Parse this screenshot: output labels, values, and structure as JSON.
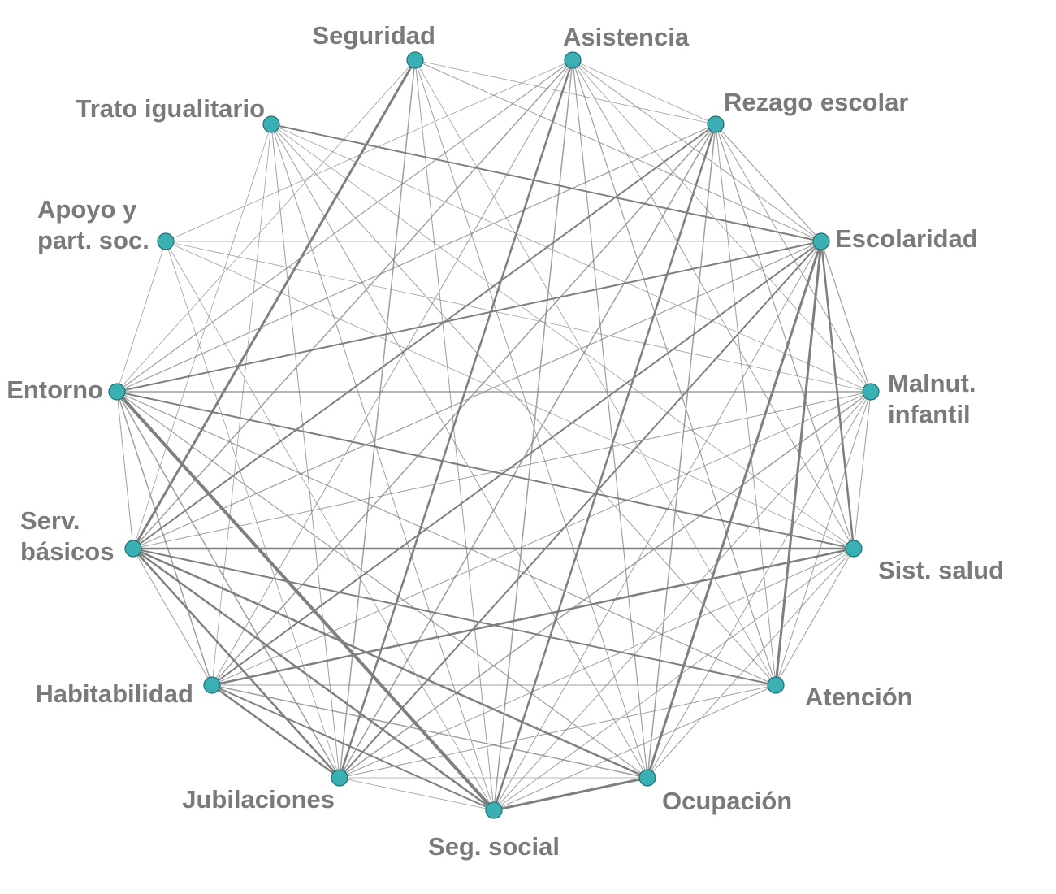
{
  "colors": {
    "node_fill": "#3ab0b4",
    "edge": "#7f7f7f",
    "label": "#7a7a7a"
  },
  "nodes": [
    {
      "id": "seguridad",
      "label": "Seguridad"
    },
    {
      "id": "asistencia",
      "label": "Asistencia"
    },
    {
      "id": "rezago",
      "label": "Rezago escolar"
    },
    {
      "id": "escolaridad",
      "label": "Escolaridad"
    },
    {
      "id": "malnut",
      "label": "Malnut.\ninfantil"
    },
    {
      "id": "salud",
      "label": "Sist. salud"
    },
    {
      "id": "atencion",
      "label": "Atención"
    },
    {
      "id": "ocupacion",
      "label": "Ocupación"
    },
    {
      "id": "segsocial",
      "label": "Seg. social"
    },
    {
      "id": "jubilaciones",
      "label": "Jubilaciones"
    },
    {
      "id": "habitabilidad",
      "label": "Habitabilidad"
    },
    {
      "id": "servicios",
      "label": "Serv.\nbásicos"
    },
    {
      "id": "entorno",
      "label": "Entorno"
    },
    {
      "id": "apoyo",
      "label": "Apoyo y\npart. soc."
    },
    {
      "id": "trato",
      "label": "Trato igualitario"
    }
  ],
  "edges": [
    {
      "from": "entorno",
      "to": "segsocial",
      "weight": 4
    },
    {
      "from": "servicios",
      "to": "seguridad",
      "weight": 3
    },
    {
      "from": "escolaridad",
      "to": "ocupacion",
      "weight": 3
    },
    {
      "from": "escolaridad",
      "to": "atencion",
      "weight": 3
    },
    {
      "from": "servicios",
      "to": "salud",
      "weight": 2.5
    },
    {
      "from": "segsocial",
      "to": "ocupacion",
      "weight": 3
    },
    {
      "from": "habitabilidad",
      "to": "salud",
      "weight": 2.5
    },
    {
      "from": "escolaridad",
      "to": "salud",
      "weight": 2.5
    },
    {
      "from": "rezago",
      "to": "segsocial",
      "weight": 2.5
    },
    {
      "from": "jubilaciones",
      "to": "asistencia",
      "weight": 2.5
    },
    {
      "from": "entorno",
      "to": "escolaridad",
      "weight": 2
    },
    {
      "from": "trato",
      "to": "escolaridad",
      "weight": 2
    },
    {
      "from": "entorno",
      "to": "salud",
      "weight": 2
    },
    {
      "from": "entorno",
      "to": "malnut",
      "weight": 1.5
    },
    {
      "from": "servicios",
      "to": "ocupacion",
      "weight": 2.5
    },
    {
      "from": "servicios",
      "to": "segsocial",
      "weight": 2.5
    },
    {
      "from": "servicios",
      "to": "jubilaciones",
      "weight": 2.5
    },
    {
      "from": "servicios",
      "to": "atencion",
      "weight": 2
    },
    {
      "from": "servicios",
      "to": "rezago",
      "weight": 2
    },
    {
      "from": "servicios",
      "to": "asistencia",
      "weight": 1.5
    },
    {
      "from": "servicios",
      "to": "escolaridad",
      "weight": 1.2
    },
    {
      "from": "servicios",
      "to": "malnut",
      "weight": 1
    },
    {
      "from": "servicios",
      "to": "habitabilidad",
      "weight": 1
    },
    {
      "from": "habitabilidad",
      "to": "jubilaciones",
      "weight": 2.5
    },
    {
      "from": "habitabilidad",
      "to": "segsocial",
      "weight": 2
    },
    {
      "from": "habitabilidad",
      "to": "ocupacion",
      "weight": 1.5
    },
    {
      "from": "habitabilidad",
      "to": "atencion",
      "weight": 1
    },
    {
      "from": "habitabilidad",
      "to": "escolaridad",
      "weight": 2
    },
    {
      "from": "habitabilidad",
      "to": "malnut",
      "weight": 1
    },
    {
      "from": "habitabilidad",
      "to": "rezago",
      "weight": 1.5
    },
    {
      "from": "habitabilidad",
      "to": "asistencia",
      "weight": 1
    },
    {
      "from": "habitabilidad",
      "to": "entorno",
      "weight": 1.5
    },
    {
      "from": "jubilaciones",
      "to": "escolaridad",
      "weight": 2
    },
    {
      "from": "jubilaciones",
      "to": "malnut",
      "weight": 1.5
    },
    {
      "from": "jubilaciones",
      "to": "rezago",
      "weight": 1.5
    },
    {
      "from": "jubilaciones",
      "to": "entorno",
      "weight": 1.5
    },
    {
      "from": "jubilaciones",
      "to": "salud",
      "weight": 1
    },
    {
      "from": "jubilaciones",
      "to": "atencion",
      "weight": 1
    },
    {
      "from": "jubilaciones",
      "to": "ocupacion",
      "weight": 0.8
    },
    {
      "from": "jubilaciones",
      "to": "segsocial",
      "weight": 0.8
    },
    {
      "from": "jubilaciones",
      "to": "seguridad",
      "weight": 1.5
    },
    {
      "from": "jubilaciones",
      "to": "trato",
      "weight": 1
    },
    {
      "from": "segsocial",
      "to": "asistencia",
      "weight": 1.5
    },
    {
      "from": "segsocial",
      "to": "escolaridad",
      "weight": 1
    },
    {
      "from": "segsocial",
      "to": "malnut",
      "weight": 1
    },
    {
      "from": "segsocial",
      "to": "salud",
      "weight": 1
    },
    {
      "from": "segsocial",
      "to": "atencion",
      "weight": 1
    },
    {
      "from": "segsocial",
      "to": "seguridad",
      "weight": 1
    },
    {
      "from": "segsocial",
      "to": "trato",
      "weight": 1
    },
    {
      "from": "segsocial",
      "to": "apoyo",
      "weight": 0.8
    },
    {
      "from": "segsocial",
      "to": "servicios",
      "weight": 1.2
    },
    {
      "from": "ocupacion",
      "to": "rezago",
      "weight": 1.5
    },
    {
      "from": "ocupacion",
      "to": "asistencia",
      "weight": 1.2
    },
    {
      "from": "ocupacion",
      "to": "malnut",
      "weight": 1
    },
    {
      "from": "ocupacion",
      "to": "salud",
      "weight": 1
    },
    {
      "from": "ocupacion",
      "to": "entorno",
      "weight": 1.2
    },
    {
      "from": "ocupacion",
      "to": "seguridad",
      "weight": 1
    },
    {
      "from": "ocupacion",
      "to": "trato",
      "weight": 1
    },
    {
      "from": "atencion",
      "to": "rezago",
      "weight": 1
    },
    {
      "from": "atencion",
      "to": "asistencia",
      "weight": 1.2
    },
    {
      "from": "atencion",
      "to": "malnut",
      "weight": 1
    },
    {
      "from": "atencion",
      "to": "salud",
      "weight": 1
    },
    {
      "from": "atencion",
      "to": "entorno",
      "weight": 1.2
    },
    {
      "from": "atencion",
      "to": "trato",
      "weight": 1
    },
    {
      "from": "atencion",
      "to": "seguridad",
      "weight": 0.8
    },
    {
      "from": "salud",
      "to": "rezago",
      "weight": 1.2
    },
    {
      "from": "salud",
      "to": "asistencia",
      "weight": 1
    },
    {
      "from": "salud",
      "to": "malnut",
      "weight": 1
    },
    {
      "from": "salud",
      "to": "apoyo",
      "weight": 0.8
    },
    {
      "from": "salud",
      "to": "trato",
      "weight": 0.8
    },
    {
      "from": "malnut",
      "to": "rezago",
      "weight": 1
    },
    {
      "from": "malnut",
      "to": "asistencia",
      "weight": 0.8
    },
    {
      "from": "malnut",
      "to": "escolaridad",
      "weight": 1.2
    },
    {
      "from": "malnut",
      "to": "apoyo",
      "weight": 0.8
    },
    {
      "from": "malnut",
      "to": "trato",
      "weight": 0.8
    },
    {
      "from": "escolaridad",
      "to": "rezago",
      "weight": 1.2
    },
    {
      "from": "escolaridad",
      "to": "asistencia",
      "weight": 1
    },
    {
      "from": "escolaridad",
      "to": "seguridad",
      "weight": 1
    },
    {
      "from": "escolaridad",
      "to": "apoyo",
      "weight": 0.8
    },
    {
      "from": "rezago",
      "to": "entorno",
      "weight": 1.2
    },
    {
      "from": "rezago",
      "to": "asistencia",
      "weight": 0.8
    },
    {
      "from": "asistencia",
      "to": "entorno",
      "weight": 1.2
    },
    {
      "from": "asistencia",
      "to": "apoyo",
      "weight": 0.8
    },
    {
      "from": "seguridad",
      "to": "entorno",
      "weight": 0.8
    },
    {
      "from": "apoyo",
      "to": "entorno",
      "weight": 0.8
    },
    {
      "from": "apoyo",
      "to": "jubilaciones",
      "weight": 0.8
    },
    {
      "from": "trato",
      "to": "habitabilidad",
      "weight": 0.8
    },
    {
      "from": "trato",
      "to": "servicios",
      "weight": 0.8
    },
    {
      "from": "entorno",
      "to": "servicios",
      "weight": 1
    },
    {
      "from": "rezago",
      "to": "seguridad",
      "weight": 0.8
    }
  ]
}
